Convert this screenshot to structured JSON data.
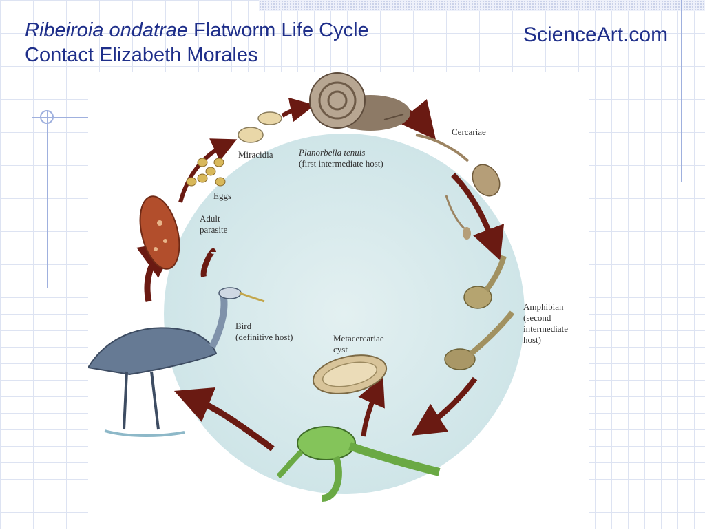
{
  "slide": {
    "title_italic": "Ribeiroia ondatrae",
    "title_rest": " Flatworm Life Cycle Contact Elizabeth Morales",
    "brand": "ScienceArt.com"
  },
  "diagram": {
    "labels": {
      "cercariae": "Cercariae",
      "host1_species": "Planorbella tenuis",
      "host1_role": "(first intermediate host)",
      "miracidia": "Miracidia",
      "eggs": "Eggs",
      "adult_1": "Adult",
      "adult_2": "parasite",
      "bird_1": "Bird",
      "bird_2": "(definitive host)",
      "amphibian_1": "Amphibian",
      "amphibian_2": "(second",
      "amphibian_3": "intermediate",
      "amphibian_4": "host)",
      "meta_1": "Metacercariae",
      "meta_2": "cyst"
    }
  }
}
